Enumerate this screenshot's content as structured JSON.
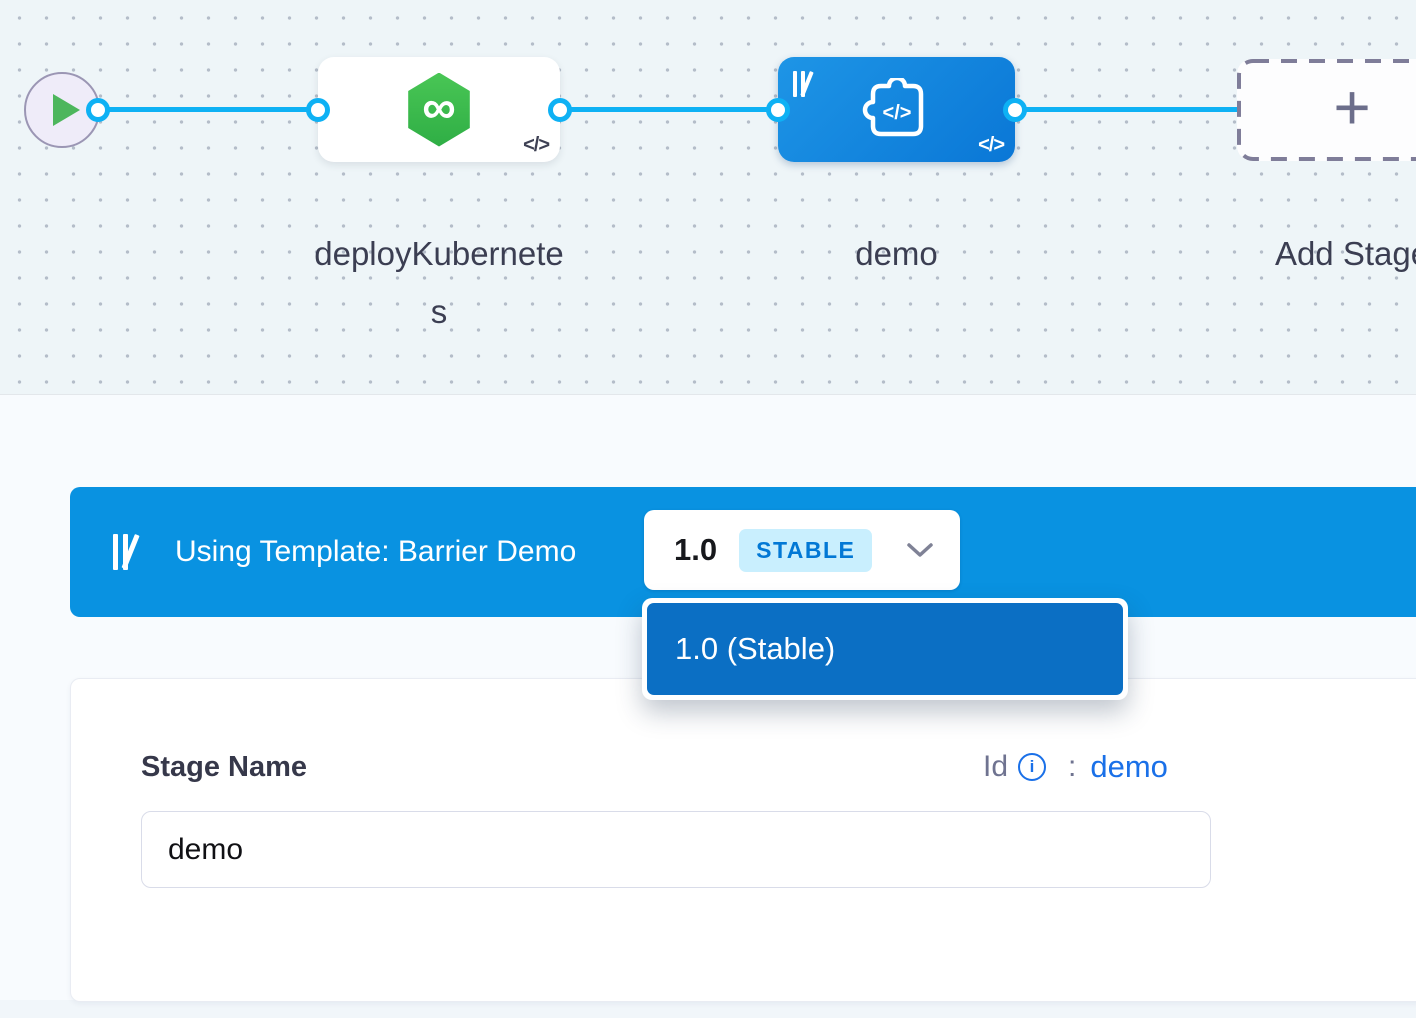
{
  "colors": {
    "accent_blue": "#0992e1",
    "edge_blue": "#0eb1f4",
    "dropdown_item_blue": "#0b6fc4",
    "link_blue": "#1a70e8",
    "badge_bg": "#c9effe",
    "badge_text": "#0278d5",
    "hexagon_green": "#3fbf4e"
  },
  "canvas": {
    "stages": [
      {
        "label": "deployKubernetes"
      },
      {
        "label": "demo"
      }
    ],
    "add_stage_label": "Add Stage",
    "plus_glyph": "+",
    "code_toggle_glyph": "</>",
    "infinity_glyph": "∞",
    "custom_stage_glyph": "</>"
  },
  "template_bar": {
    "label": "Using Template: Barrier Demo",
    "version_value": "1.0",
    "version_badge": "STABLE"
  },
  "version_menu": {
    "items": [
      {
        "label": "1.0 (Stable)"
      }
    ]
  },
  "stage_form": {
    "name_label": "Stage Name",
    "name_value": "demo",
    "id_label": "Id",
    "id_info_glyph": "i",
    "id_colon": ":",
    "id_value": "demo"
  }
}
